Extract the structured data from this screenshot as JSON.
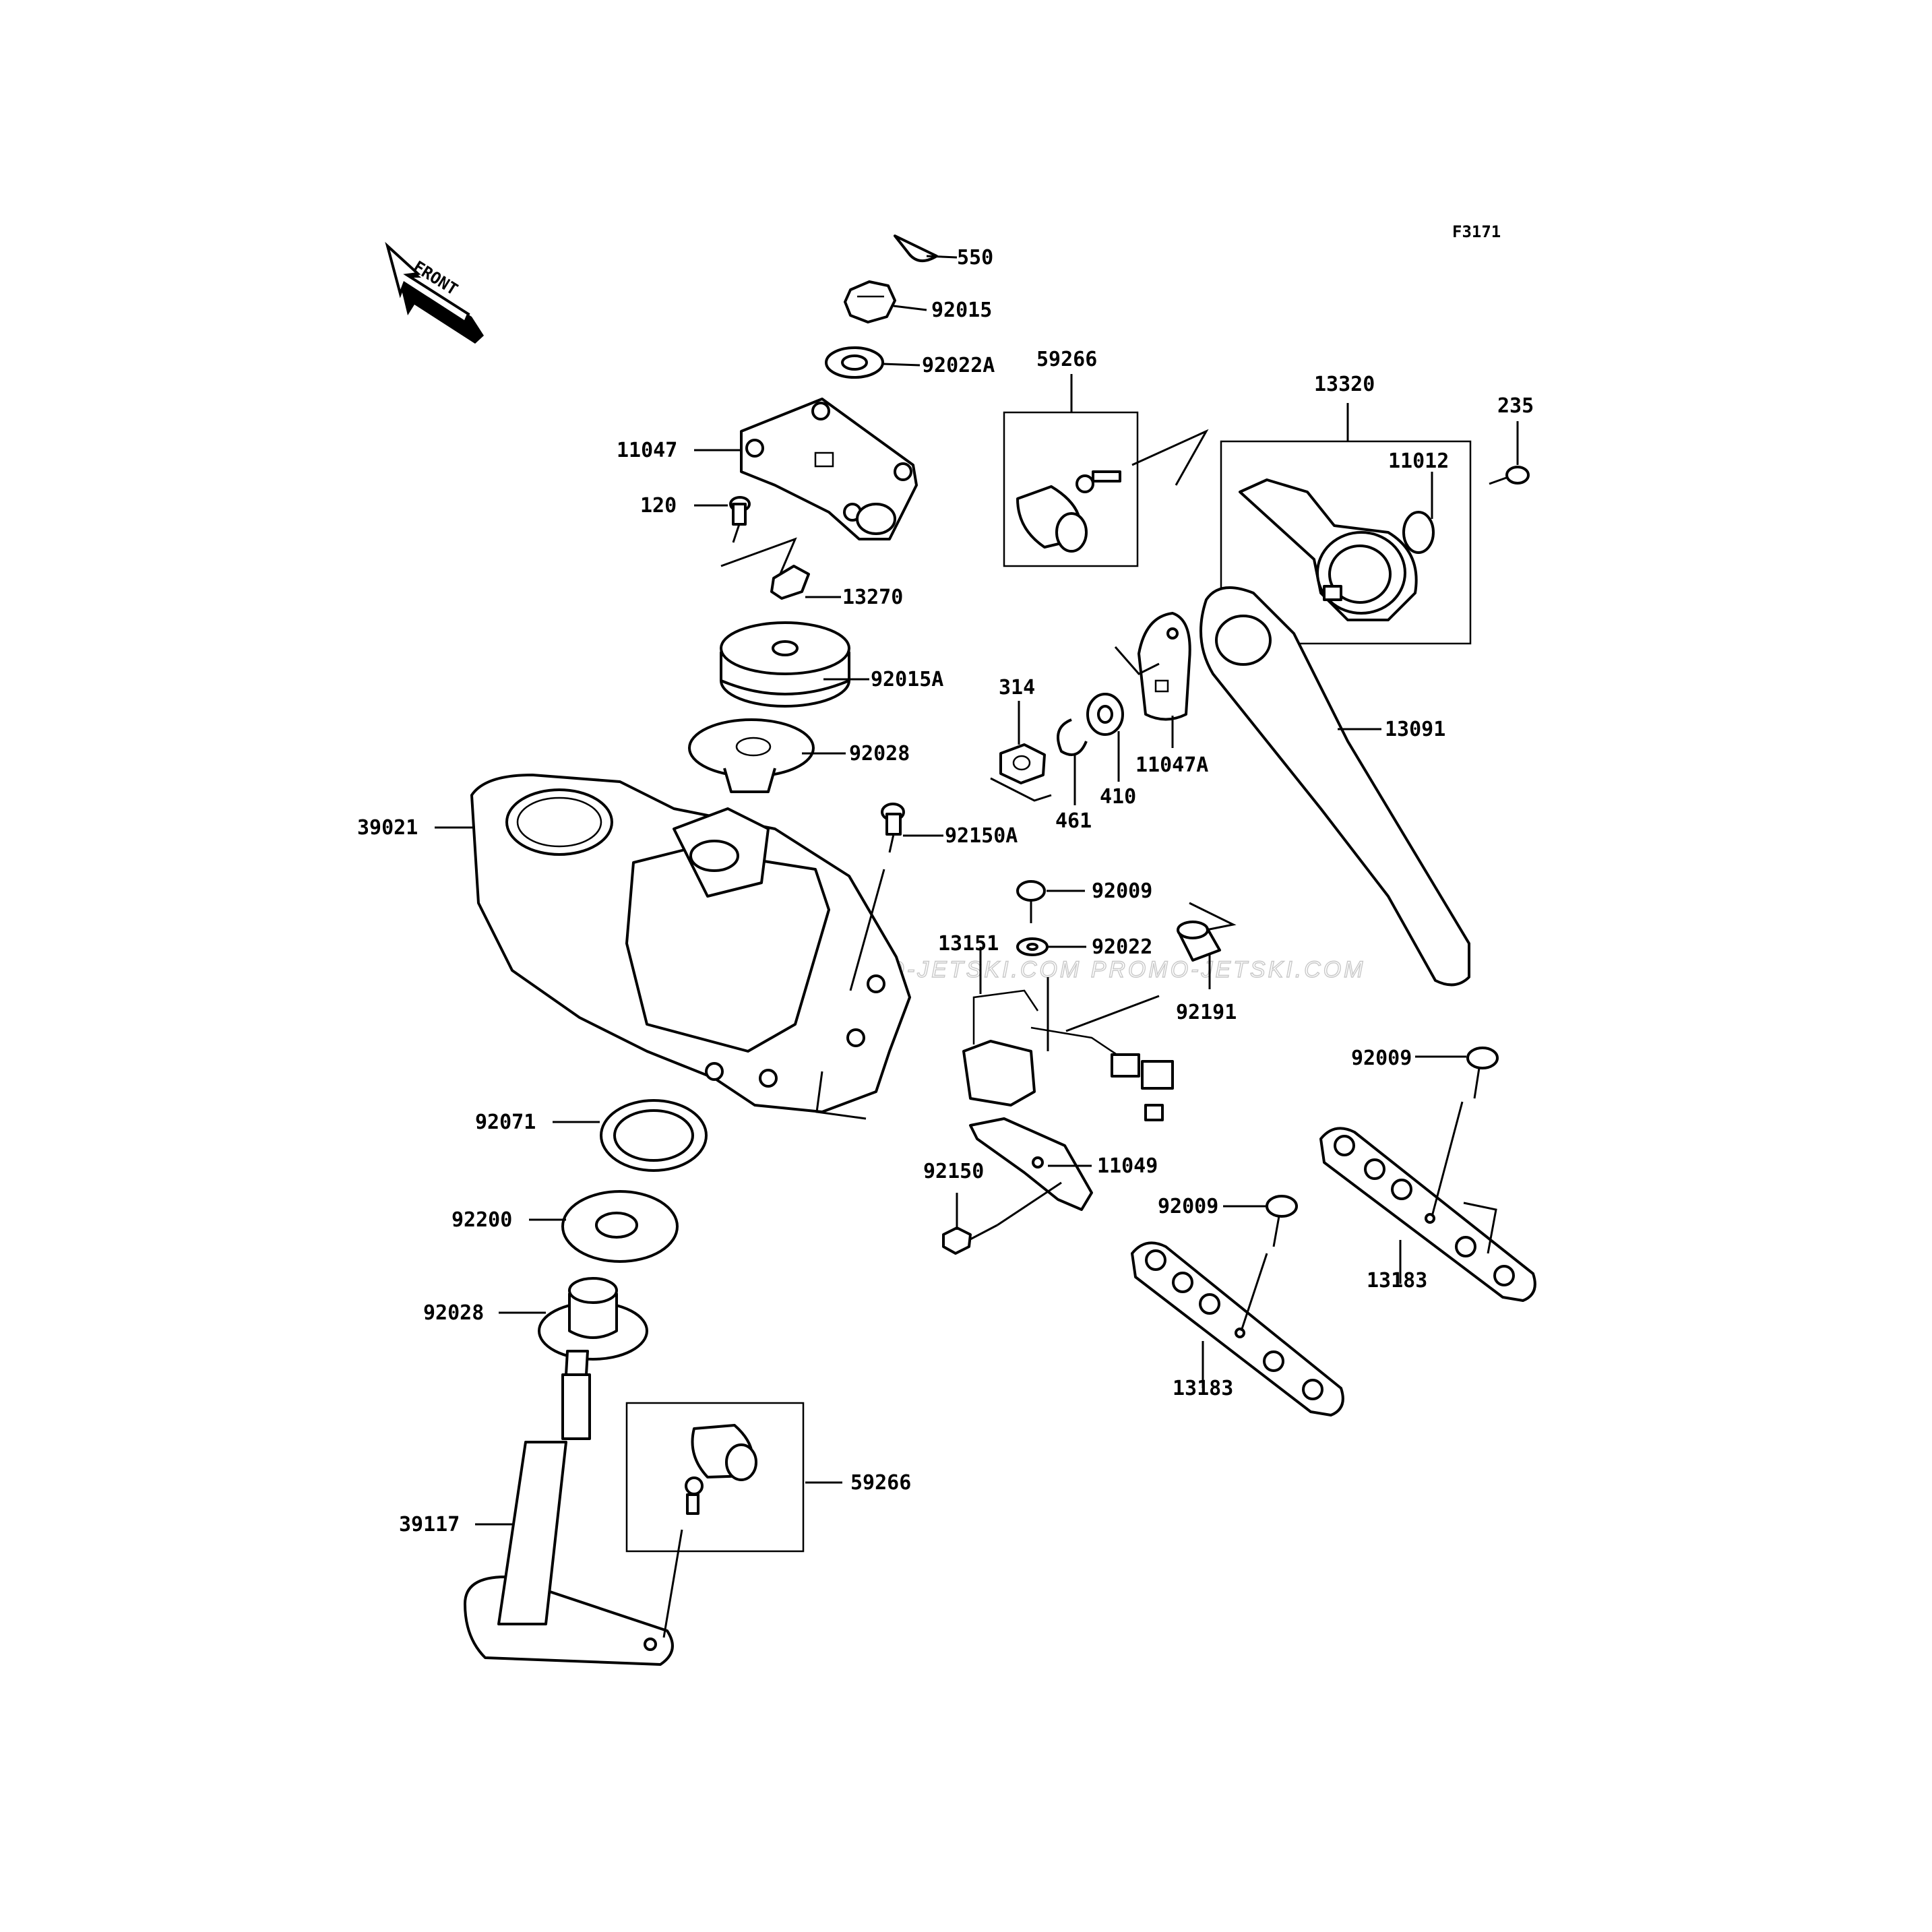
{
  "figure_code": "F3171",
  "front_arrow_label": "FRONT",
  "watermark": "JETSKI.COM  PROMO-JETSKI.COM  PROMO-JETSKI.COM",
  "callouts": [
    {
      "id": "c550",
      "label": "550"
    },
    {
      "id": "c92015",
      "label": "92015"
    },
    {
      "id": "c92022A",
      "label": "92022A"
    },
    {
      "id": "c11047",
      "label": "11047"
    },
    {
      "id": "c120",
      "label": "120"
    },
    {
      "id": "c13270",
      "label": "13270"
    },
    {
      "id": "c92015A",
      "label": "92015A"
    },
    {
      "id": "c92028a",
      "label": "92028"
    },
    {
      "id": "c39021",
      "label": "39021"
    },
    {
      "id": "c92150A",
      "label": "92150A"
    },
    {
      "id": "c92071",
      "label": "92071"
    },
    {
      "id": "c92200",
      "label": "92200"
    },
    {
      "id": "c92028b",
      "label": "92028"
    },
    {
      "id": "c39117",
      "label": "39117"
    },
    {
      "id": "c59266a",
      "label": "59266"
    },
    {
      "id": "c59266b",
      "label": "59266"
    },
    {
      "id": "c13320",
      "label": "13320"
    },
    {
      "id": "c11012",
      "label": "11012"
    },
    {
      "id": "c235",
      "label": "235"
    },
    {
      "id": "c314",
      "label": "314"
    },
    {
      "id": "c461",
      "label": "461"
    },
    {
      "id": "c410",
      "label": "410"
    },
    {
      "id": "c11047A",
      "label": "11047A"
    },
    {
      "id": "c13091",
      "label": "13091"
    },
    {
      "id": "c92009a",
      "label": "92009"
    },
    {
      "id": "c13151",
      "label": "13151"
    },
    {
      "id": "c92022",
      "label": "92022"
    },
    {
      "id": "c92191",
      "label": "92191"
    },
    {
      "id": "c11049",
      "label": "11049"
    },
    {
      "id": "c92150",
      "label": "92150"
    },
    {
      "id": "c92009b",
      "label": "92009"
    },
    {
      "id": "c92009c",
      "label": "92009"
    },
    {
      "id": "c13183a",
      "label": "13183"
    },
    {
      "id": "c13183b",
      "label": "13183"
    }
  ]
}
